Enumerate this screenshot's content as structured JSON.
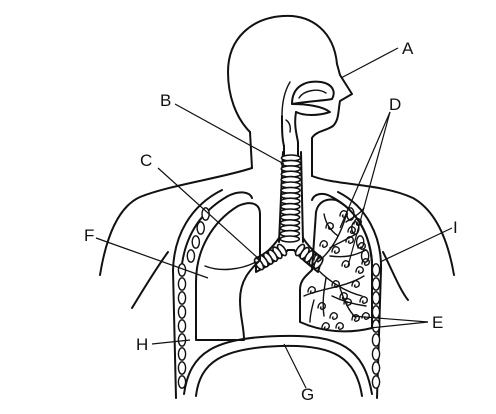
{
  "labels": {
    "a": "A",
    "b": "B",
    "c": "C",
    "d": "D",
    "e": "E",
    "f": "F",
    "g": "G",
    "h": "H",
    "i": "I"
  }
}
